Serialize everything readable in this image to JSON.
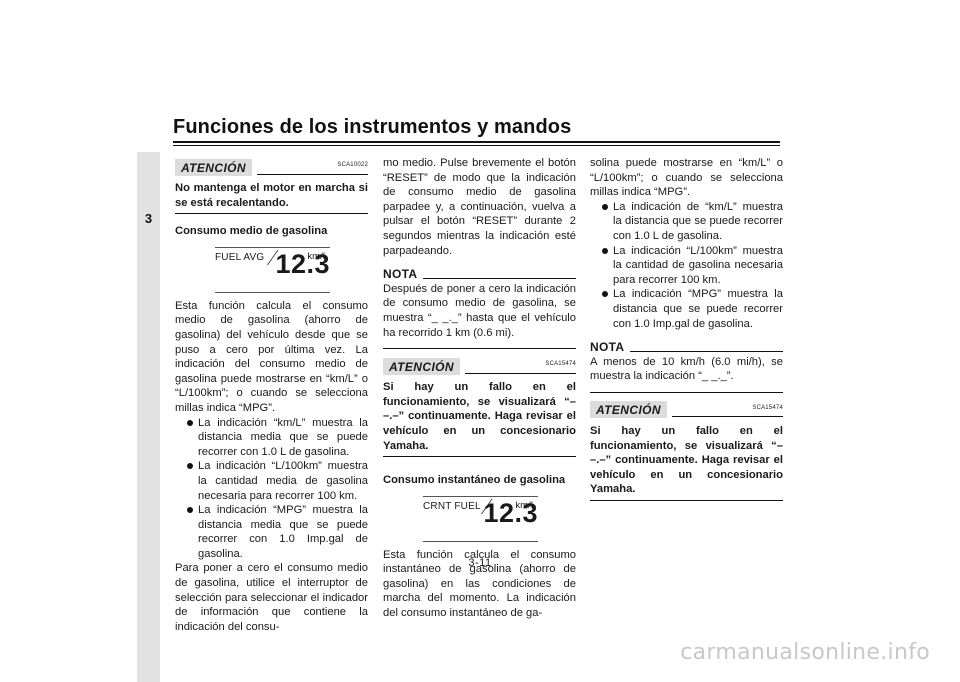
{
  "header": {
    "title": "Funciones de los instrumentos y mandos",
    "chapter": "3"
  },
  "page_number": "3-11",
  "watermark": "carmanualsonline.info",
  "col1": {
    "notice1": {
      "badge": "ATENCIÓN",
      "code": "SCA10022",
      "text": "No mantenga el motor en marcha si se está recalentando."
    },
    "section_title": "Consumo medio de gasolina",
    "display": {
      "label": "FUEL AVG",
      "unit": "km/L",
      "value": "12.3"
    },
    "para1": "Esta función calcula el consumo medio de gasolina (ahorro de gasolina) del vehículo desde que se puso a cero por última vez. La indicación del consumo medio de gasolina puede mostrarse en “km/L” o “L/100km”; o cuando se selecciona millas indica “MPG”.",
    "bullets": [
      "La indicación “km/L” muestra la distancia media que se puede recorrer con 1.0 L de gasolina.",
      "La indicación “L/100km” muestra la cantidad media de gasolina necesaria para recorrer 100 km.",
      "La indicación “MPG” muestra la distancia media que se puede recorrer con 1.0 Imp.gal de gasolina."
    ],
    "para2": "Para poner a cero el consumo medio de gasolina, utilice el interruptor de selección para seleccionar el indicador de información que contiene la indicación del consu-"
  },
  "col2": {
    "para1": "mo medio. Pulse brevemente el botón “RESET” de modo que la indicación de consumo medio de gasolina parpadee y, a continuación, vuelva a pulsar el botón “RESET” durante 2 segundos mientras la indicación esté parpadeando.",
    "nota": {
      "label": "NOTA",
      "text": "Después de poner a cero la indicación de consumo medio de gasolina, se muestra “_ _._” hasta que el vehículo ha recorrido 1 km (0.6 mi)."
    },
    "notice": {
      "badge": "ATENCIÓN",
      "code": "SCA15474",
      "text": "Si hay un fallo en el funcionamiento, se visualizará “– –.–” continuamente. Haga revisar el vehículo en un concesionario Yamaha."
    },
    "section_title": "Consumo instantáneo de gasolina",
    "display": {
      "label": "CRNT FUEL",
      "unit": "km/L",
      "value": "12.3"
    },
    "para2": "Esta función calcula el consumo instantáneo de gasolina (ahorro de gasolina) en las condiciones de marcha del momento. La indicación del consumo instantáneo de ga-"
  },
  "col3": {
    "para1": "solina puede mostrarse en “km/L” o “L/100km”; o cuando se selecciona millas indica “MPG”.",
    "bullets": [
      "La indicación de “km/L” muestra la distancia que se puede recorrer con 1.0 L de gasolina.",
      "La indicación “L/100km” muestra la cantidad de gasolina necesaria para recorrer 100 km.",
      "La indicación “MPG” muestra la distancia que se puede recorrer con 1.0 Imp.gal de gasolina."
    ],
    "nota": {
      "label": "NOTA",
      "text": "A menos de 10 km/h (6.0 mi/h), se muestra la indicación “_ _._”."
    },
    "notice": {
      "badge": "ATENCIÓN",
      "code": "SCA15474",
      "text": "Si hay un fallo en el funcionamiento, se visualizará “– –.–” continuamente. Haga revisar el vehículo en un concesionario Yamaha."
    }
  }
}
